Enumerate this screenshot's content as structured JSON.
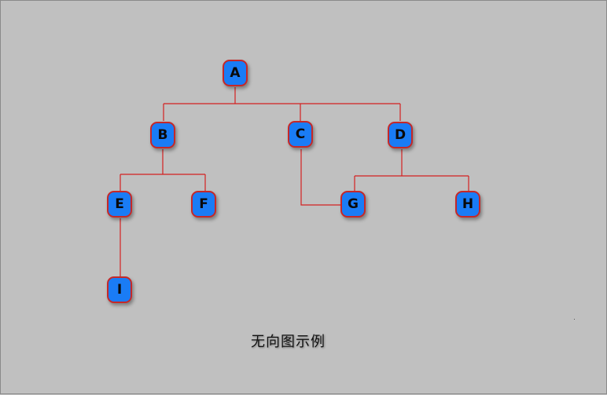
{
  "diagram": {
    "caption": "无向图示例",
    "colors": {
      "background": "#c0c0c0",
      "node_fill": "#1a7cf5",
      "node_border": "#c62828",
      "edge": "#d42020"
    },
    "nodes": [
      {
        "id": "A",
        "label": "A"
      },
      {
        "id": "B",
        "label": "B"
      },
      {
        "id": "C",
        "label": "C"
      },
      {
        "id": "D",
        "label": "D"
      },
      {
        "id": "E",
        "label": "E"
      },
      {
        "id": "F",
        "label": "F"
      },
      {
        "id": "G",
        "label": "G"
      },
      {
        "id": "H",
        "label": "H"
      },
      {
        "id": "I",
        "label": "I"
      }
    ],
    "edges": [
      [
        "A",
        "B"
      ],
      [
        "A",
        "C"
      ],
      [
        "A",
        "D"
      ],
      [
        "B",
        "E"
      ],
      [
        "B",
        "F"
      ],
      [
        "C",
        "G"
      ],
      [
        "D",
        "G"
      ],
      [
        "D",
        "H"
      ],
      [
        "E",
        "I"
      ]
    ]
  }
}
